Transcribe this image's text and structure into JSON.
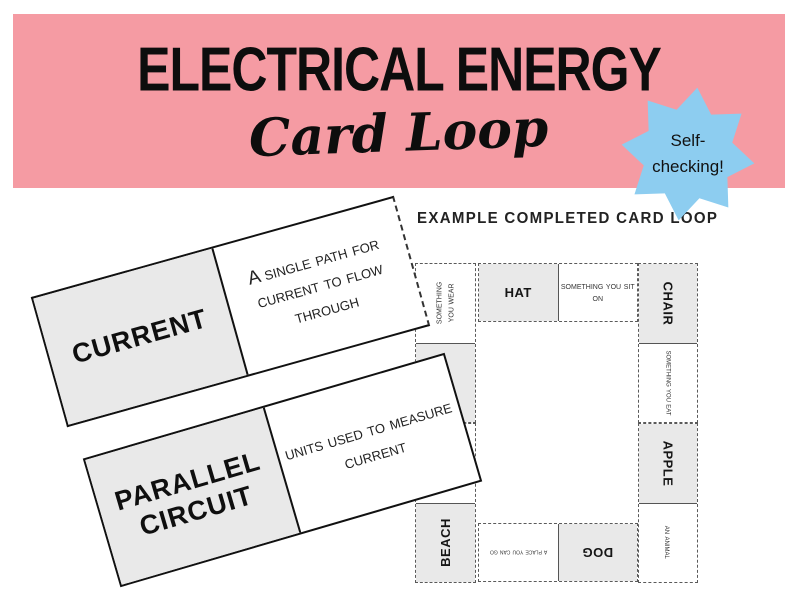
{
  "colors": {
    "banner_pink": "#F59BA3",
    "badge_blue": "#8DCDF0",
    "card_gray": "#E9E9E9",
    "ink": "#141414"
  },
  "header": {
    "title": "ELECTRICAL ENERGY",
    "subtitle": "Card Loop",
    "badge_lines": [
      "Self-",
      "checking!"
    ]
  },
  "example_cards": [
    {
      "term": "CURRENT",
      "definition": "A single path for current to flow through"
    },
    {
      "term": "PARALLEL CIRCUIT",
      "definition": "units used to measure current"
    }
  ],
  "example_loop": {
    "title": "EXAMPLE COMPLETED CARD LOOP",
    "cells": {
      "wear": "something you wear",
      "hat": "HAT",
      "sit_on": "something you sit on",
      "chair": "CHAIR",
      "eat": "something you eat",
      "apple": "APPLE",
      "animal": "an animal",
      "place": "a place you can go",
      "dog": "DOG",
      "beach": "BEACH"
    }
  }
}
